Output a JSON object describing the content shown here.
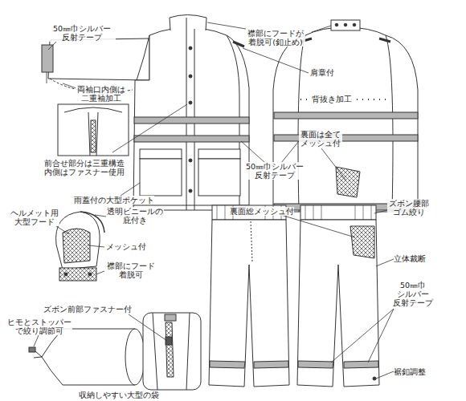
{
  "diagram": {
    "labels": [
      "50㎜巾シルバー 反射テープ",
      "両袖口内側は 二重袖加工",
      "襟部にフードが 着脱可(釦止め)",
      "肩章付",
      "背抜き加工",
      "裏面は全て メッシュ付",
      "前合せ部分は三重構造 内側はファスナー使用",
      "雨蓋付の大型ポケット",
      "50㎜巾シルバー 反射テープ",
      "ヘルメット用 大型フード",
      "透明ビニールの 庇付き",
      "メッシュ付",
      "襟部にフード 着脱可",
      "裏面総メッシュ付",
      "ズボン腰部 ゴム絞り",
      "立体裁断",
      "50㎜巾 シルバー 反射テープ",
      "ズボン前部ファスナー付",
      "ヒモとストッパー で絞り調節可",
      "収納しやすい大型の袋",
      "裾釦調整"
    ]
  }
}
